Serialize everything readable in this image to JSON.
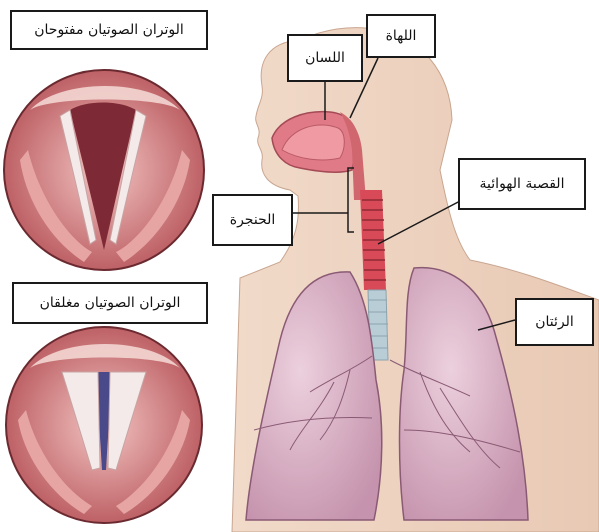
{
  "labels": {
    "vocal_cords_open": "الوتران الصوتيان مفتوحان",
    "vocal_cords_closed": "الوتران الصوتيان مغلقان",
    "tongue": "اللسان",
    "uvula": "اللهاة",
    "trachea": "القصبة الهوائية",
    "larynx": "الحنجرة",
    "lungs": "الرئتان"
  },
  "colors": {
    "skin": "#f2d9c6",
    "mouth": "#e07a86",
    "lung": "#d9aec3",
    "lung_vessel": "#8a5a74",
    "trachea_ring": "#c94a56",
    "bronchus": "#b9cdd6",
    "vocal_tissue": "#e6a5a3",
    "vocal_cord": "#f4eaea",
    "label_border": "#1a1a1a"
  }
}
